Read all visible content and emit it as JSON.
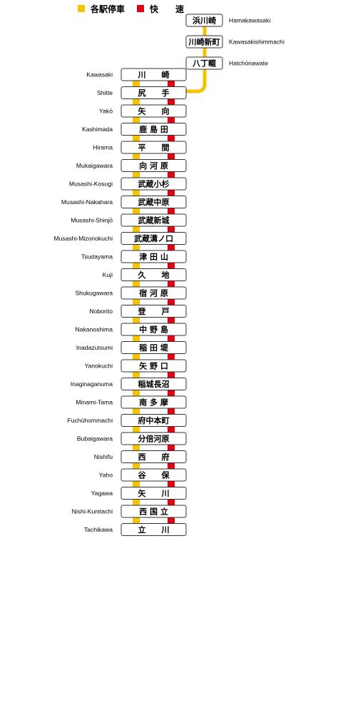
{
  "legend": [
    {
      "label": "各駅停車",
      "color": "#f5c300"
    },
    {
      "label": "快　　速",
      "color": "#e3000f"
    }
  ],
  "colors": {
    "local": "#f5c300",
    "rapid": "#e3000f",
    "box_border": "#333333",
    "box_fill": "#ffffff"
  },
  "branch_stations": [
    {
      "kanji": "浜川崎",
      "romaji": "Hamakawasaki"
    },
    {
      "kanji": "川崎新町",
      "romaji": "Kawasakishimmachi"
    },
    {
      "kanji": "八丁畷",
      "romaji": "Hatchōnawate"
    }
  ],
  "main_stations": [
    {
      "kanji": "川　　崎",
      "romaji": "Kawasaki",
      "rapid_stop": true
    },
    {
      "kanji": "尻　　手",
      "romaji": "Shitte",
      "rapid_stop": false
    },
    {
      "kanji": "矢　　向",
      "romaji": "Yakō",
      "rapid_stop": false
    },
    {
      "kanji": "鹿 島 田",
      "romaji": "Kashimada",
      "rapid_stop": false
    },
    {
      "kanji": "平　　間",
      "romaji": "Hirama",
      "rapid_stop": false
    },
    {
      "kanji": "向 河 原",
      "romaji": "Mukaigawara",
      "rapid_stop": false
    },
    {
      "kanji": "武蔵小杉",
      "romaji": "Musashi-Kosugi",
      "rapid_stop": false
    },
    {
      "kanji": "武蔵中原",
      "romaji": "Musashi-Nakahara",
      "rapid_stop": false
    },
    {
      "kanji": "武蔵新城",
      "romaji": "Musashi-Shinjō",
      "rapid_stop": false
    },
    {
      "kanji": "武蔵溝ノ口",
      "romaji": "Musashi-Mizonokuchi",
      "rapid_stop": false
    },
    {
      "kanji": "津 田 山",
      "romaji": "Tsudayama",
      "rapid_stop": false
    },
    {
      "kanji": "久　　地",
      "romaji": "Kuji",
      "rapid_stop": false
    },
    {
      "kanji": "宿 河 原",
      "romaji": "Shukugawara",
      "rapid_stop": false
    },
    {
      "kanji": "登　　戸",
      "romaji": "Noborito",
      "rapid_stop": true
    },
    {
      "kanji": "中 野 島",
      "romaji": "Nakanoshima",
      "rapid_stop": true
    },
    {
      "kanji": "稲 田 堤",
      "romaji": "Inadazutsumi",
      "rapid_stop": true
    },
    {
      "kanji": "矢 野 口",
      "romaji": "Yanokuchi",
      "rapid_stop": true
    },
    {
      "kanji": "稲城長沼",
      "romaji": "Inaginaganuma",
      "rapid_stop": true
    },
    {
      "kanji": "南 多 摩",
      "romaji": "Minami-Tama",
      "rapid_stop": true
    },
    {
      "kanji": "府中本町",
      "romaji": "Fuchūhommachi",
      "rapid_stop": true
    },
    {
      "kanji": "分倍河原",
      "romaji": "Bubaigawara",
      "rapid_stop": true
    },
    {
      "kanji": "西　　府",
      "romaji": "Nishifu",
      "rapid_stop": true
    },
    {
      "kanji": "谷　　保",
      "romaji": "Yaho",
      "rapid_stop": true
    },
    {
      "kanji": "矢　　川",
      "romaji": "Yagawa",
      "rapid_stop": true
    },
    {
      "kanji": "西 国 立",
      "romaji": "Nishi-Kunitachi",
      "rapid_stop": true
    },
    {
      "kanji": "立　　川",
      "romaji": "Tachikawa",
      "rapid_stop": true
    }
  ]
}
